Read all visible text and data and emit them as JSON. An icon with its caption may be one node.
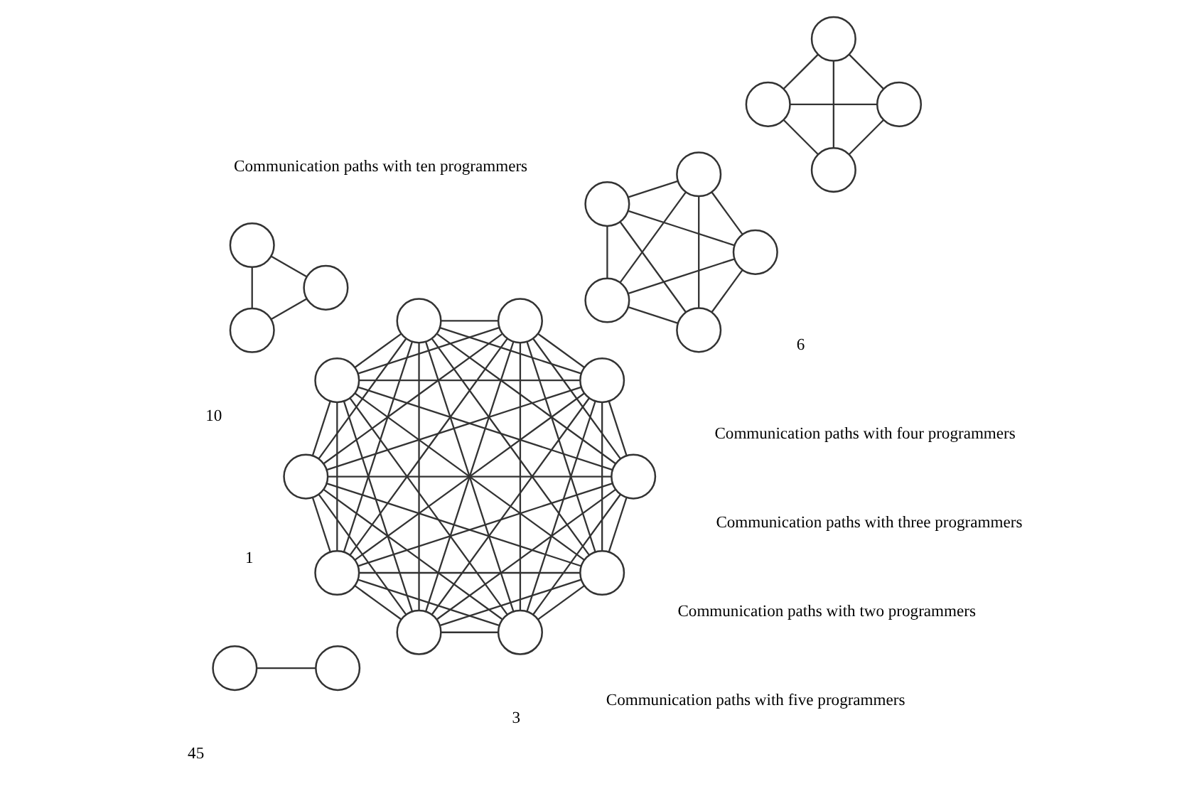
{
  "diagram": {
    "nodes": [
      {
        "text": [],
        "shape": "circle"
      },
      {
        "text": [],
        "shape": "circle"
      },
      {
        "text": [],
        "shape": "circle"
      },
      {
        "text": [],
        "shape": "circle"
      },
      {
        "text": [],
        "shape": "circle"
      },
      {
        "text": [],
        "shape": "circle"
      },
      {
        "text": [],
        "shape": "circle"
      },
      {
        "text": [],
        "shape": "circle"
      },
      {
        "text": [],
        "shape": "circle"
      },
      {
        "text": [],
        "shape": "circle"
      },
      {
        "text": [],
        "shape": "circle"
      },
      {
        "text": [],
        "shape": "circle"
      },
      {
        "text": [],
        "shape": "circle"
      },
      {
        "text": [],
        "shape": "circle"
      },
      {
        "text": [],
        "shape": "circle"
      },
      {
        "text": [],
        "shape": "circle"
      },
      {
        "text": [],
        "shape": "circle"
      },
      {
        "text": [],
        "shape": "circle"
      },
      {
        "text": [],
        "shape": "circle"
      },
      {
        "text": [],
        "shape": "circle"
      },
      {
        "text": [],
        "shape": "circle"
      },
      {
        "text": [],
        "shape": "circle"
      },
      {
        "text": [],
        "shape": "circle"
      },
      {
        "text": [],
        "shape": "circle"
      }
    ],
    "edges": [
      {
        "from": 0,
        "to": 1,
        "arrow": "none"
      },
      {
        "from": 2,
        "to": 3,
        "arrow": "none"
      },
      {
        "from": 2,
        "to": 4,
        "arrow": "none"
      },
      {
        "from": 3,
        "to": 4,
        "arrow": "none"
      },
      {
        "from": 5,
        "to": 6,
        "arrow": "none"
      },
      {
        "from": 5,
        "to": 7,
        "arrow": "none"
      },
      {
        "from": 5,
        "to": 8,
        "arrow": "none"
      },
      {
        "from": 6,
        "to": 7,
        "arrow": "none"
      },
      {
        "from": 6,
        "to": 8,
        "arrow": "none"
      },
      {
        "from": 7,
        "to": 8,
        "arrow": "none"
      },
      {
        "from": 9,
        "to": 10,
        "arrow": "none"
      },
      {
        "from": 9,
        "to": 11,
        "arrow": "none"
      },
      {
        "from": 9,
        "to": 12,
        "arrow": "none"
      },
      {
        "from": 9,
        "to": 13,
        "arrow": "none"
      },
      {
        "from": 10,
        "to": 11,
        "arrow": "none"
      },
      {
        "from": 10,
        "to": 12,
        "arrow": "none"
      },
      {
        "from": 10,
        "to": 13,
        "arrow": "none"
      },
      {
        "from": 11,
        "to": 12,
        "arrow": "none"
      },
      {
        "from": 11,
        "to": 13,
        "arrow": "none"
      },
      {
        "from": 12,
        "to": 13,
        "arrow": "none"
      },
      {
        "from": 14,
        "to": 15,
        "arrow": "none"
      },
      {
        "from": 14,
        "to": 16,
        "arrow": "none"
      },
      {
        "from": 14,
        "to": 17,
        "arrow": "none"
      },
      {
        "from": 14,
        "to": 18,
        "arrow": "none"
      },
      {
        "from": 14,
        "to": 19,
        "arrow": "none"
      },
      {
        "from": 14,
        "to": 20,
        "arrow": "none"
      },
      {
        "from": 14,
        "to": 21,
        "arrow": "none"
      },
      {
        "from": 14,
        "to": 22,
        "arrow": "none"
      },
      {
        "from": 14,
        "to": 23,
        "arrow": "none"
      },
      {
        "from": 15,
        "to": 16,
        "arrow": "none"
      },
      {
        "from": 15,
        "to": 17,
        "arrow": "none"
      },
      {
        "from": 15,
        "to": 18,
        "arrow": "none"
      },
      {
        "from": 15,
        "to": 19,
        "arrow": "none"
      },
      {
        "from": 15,
        "to": 20,
        "arrow": "none"
      },
      {
        "from": 15,
        "to": 21,
        "arrow": "none"
      },
      {
        "from": 15,
        "to": 22,
        "arrow": "none"
      },
      {
        "from": 15,
        "to": 23,
        "arrow": "none"
      },
      {
        "from": 16,
        "to": 17,
        "arrow": "none"
      },
      {
        "from": 16,
        "to": 18,
        "arrow": "none"
      },
      {
        "from": 16,
        "to": 19,
        "arrow": "none"
      },
      {
        "from": 16,
        "to": 20,
        "arrow": "none"
      },
      {
        "from": 16,
        "to": 21,
        "arrow": "none"
      },
      {
        "from": 16,
        "to": 22,
        "arrow": "none"
      },
      {
        "from": 16,
        "to": 23,
        "arrow": "none"
      },
      {
        "from": 17,
        "to": 18,
        "arrow": "none"
      },
      {
        "from": 17,
        "to": 19,
        "arrow": "none"
      },
      {
        "from": 17,
        "to": 20,
        "arrow": "none"
      },
      {
        "from": 17,
        "to": 21,
        "arrow": "none"
      },
      {
        "from": 17,
        "to": 22,
        "arrow": "none"
      },
      {
        "from": 17,
        "to": 23,
        "arrow": "none"
      },
      {
        "from": 18,
        "to": 19,
        "arrow": "none"
      },
      {
        "from": 18,
        "to": 20,
        "arrow": "none"
      },
      {
        "from": 18,
        "to": 21,
        "arrow": "none"
      },
      {
        "from": 18,
        "to": 22,
        "arrow": "none"
      },
      {
        "from": 18,
        "to": 23,
        "arrow": "none"
      },
      {
        "from": 19,
        "to": 20,
        "arrow": "none"
      },
      {
        "from": 19,
        "to": 21,
        "arrow": "none"
      },
      {
        "from": 19,
        "to": 22,
        "arrow": "none"
      },
      {
        "from": 19,
        "to": 23,
        "arrow": "none"
      },
      {
        "from": 20,
        "to": 21,
        "arrow": "none"
      },
      {
        "from": 20,
        "to": 22,
        "arrow": "none"
      },
      {
        "from": 20,
        "to": 23,
        "arrow": "none"
      },
      {
        "from": 21,
        "to": 22,
        "arrow": "none"
      },
      {
        "from": 21,
        "to": 23,
        "arrow": "none"
      },
      {
        "from": 22,
        "to": 23,
        "arrow": "none"
      }
    ],
    "labels": [
      "Communication paths with two programmers",
      "1",
      "Communication paths with three programmers",
      "3",
      "Communication paths with four programmers",
      "6",
      "Communication paths with five programmers",
      "10",
      "Communication paths with ten programmers",
      "45"
    ]
  }
}
